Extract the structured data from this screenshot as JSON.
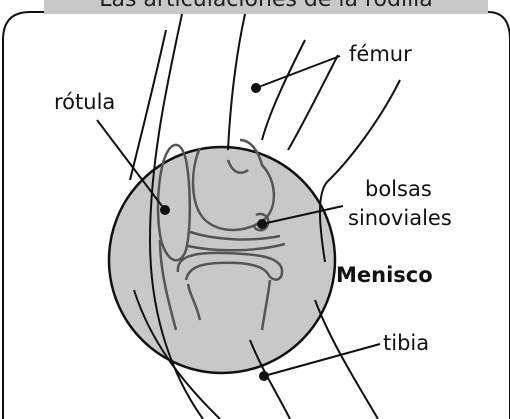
{
  "banner": {
    "text": "Las articulaciones de la rodilla"
  },
  "labels": {
    "femur": "fémur",
    "rotula": "rótula",
    "bolsas_line1": "bolsas",
    "bolsas_line2": "sinoviales",
    "menisco": "Menisco",
    "tibia": "tibia"
  },
  "colors": {
    "circle_fill": "#c8c8c8",
    "stroke": "#111111",
    "inner_stroke": "#555555"
  }
}
